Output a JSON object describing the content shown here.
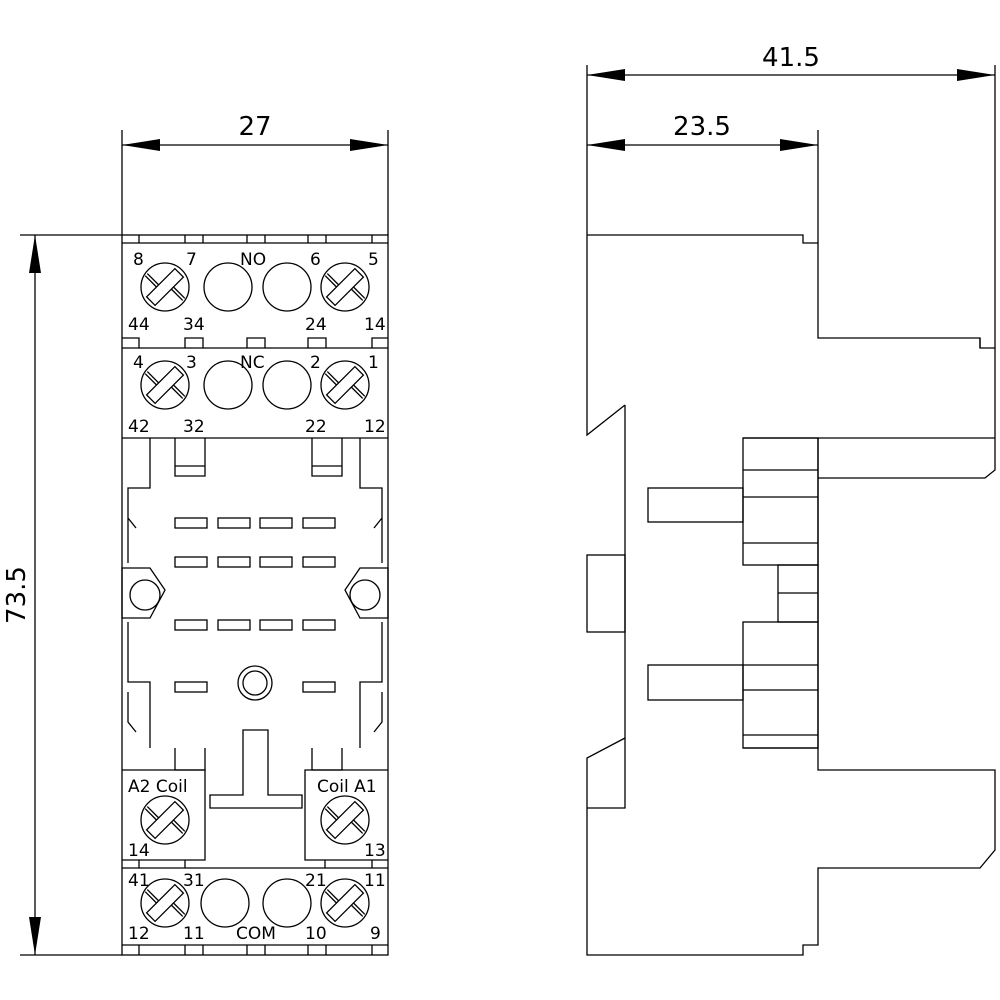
{
  "dimensions": {
    "front_width": "27",
    "side_total": "41.5",
    "side_partial": "23.5",
    "height": "73.5"
  },
  "front_view": {
    "row_no": {
      "top": [
        "8",
        "7",
        "NO",
        "6",
        "5"
      ],
      "bottom": [
        "44",
        "34",
        "24",
        "14"
      ]
    },
    "row_nc": {
      "top": [
        "4",
        "3",
        "NC",
        "2",
        "1"
      ],
      "bottom": [
        "42",
        "32",
        "22",
        "12"
      ]
    },
    "coil_left": {
      "top": "A2 Coil",
      "bottom": "14"
    },
    "coil_right": {
      "top": "Coil A1",
      "bottom": "13"
    },
    "row_com": {
      "top": [
        "41",
        "31",
        "21",
        "11"
      ],
      "bottom": [
        "12",
        "11",
        "COM",
        "10",
        "9"
      ]
    }
  }
}
